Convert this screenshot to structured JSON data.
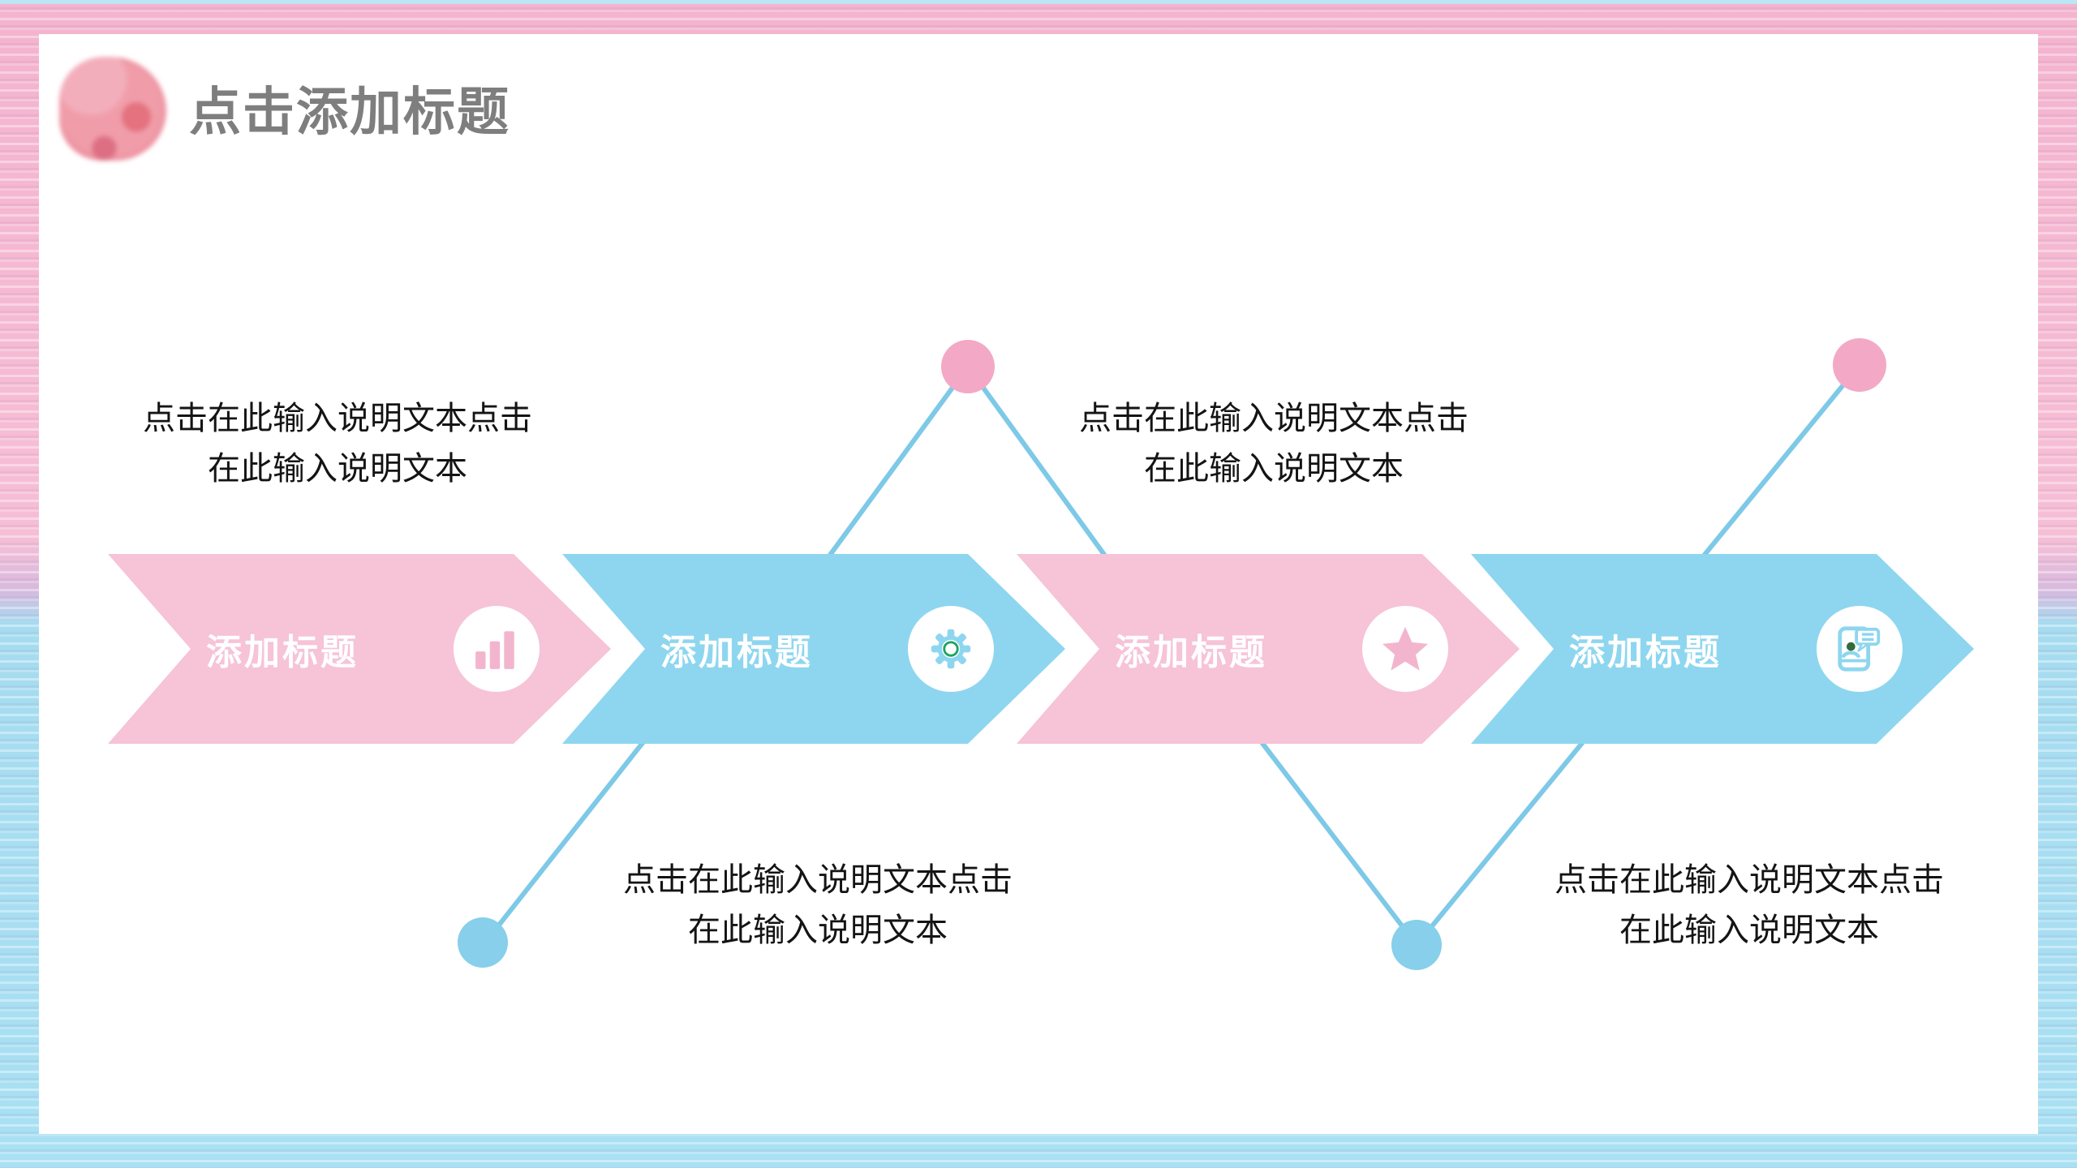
{
  "header": {
    "title": "点击添加标题",
    "logo": "pig-watercolor-logo"
  },
  "steps": [
    {
      "label": "添加标题",
      "icon": "bar-chart-icon",
      "color": "#F6C3D7"
    },
    {
      "label": "添加标题",
      "icon": "gear-icon",
      "color": "#8ED6EF"
    },
    {
      "label": "添加标题",
      "icon": "star-icon",
      "color": "#F6C3D7"
    },
    {
      "label": "添加标题",
      "icon": "phone-contact-chat-icon",
      "color": "#8ED6EF"
    }
  ],
  "descriptions": [
    {
      "line1": "点击在此输入说明文本点击",
      "line2": "在此输入说明文本",
      "position": "above-step-2"
    },
    {
      "line1": "点击在此输入说明文本点击",
      "line2": "在此输入说明文本",
      "position": "above-step-3"
    },
    {
      "line1": "点击在此输入说明文本点击",
      "line2": "在此输入说明文本",
      "position": "below-step-2"
    },
    {
      "line1": "点击在此输入说明文本点击",
      "line2": "在此输入说明文本",
      "position": "below-step-4"
    }
  ],
  "colors": {
    "chevron_pink": "#F6C3D7",
    "chevron_blue": "#8ED6EF",
    "dot_pink": "#F3A9C6",
    "dot_blue": "#87CFEA",
    "connector_blue": "#7DC9E7",
    "title_gray": "#7E7E7E",
    "body_text": "#141414",
    "frame_pink": "#F5B8D1",
    "frame_blue": "#A9E0F3",
    "frame_top_sliver_blue": "#BDE6F4",
    "gear_ring_green": "#1FA463",
    "person_head_green": "#2F6B3C"
  }
}
